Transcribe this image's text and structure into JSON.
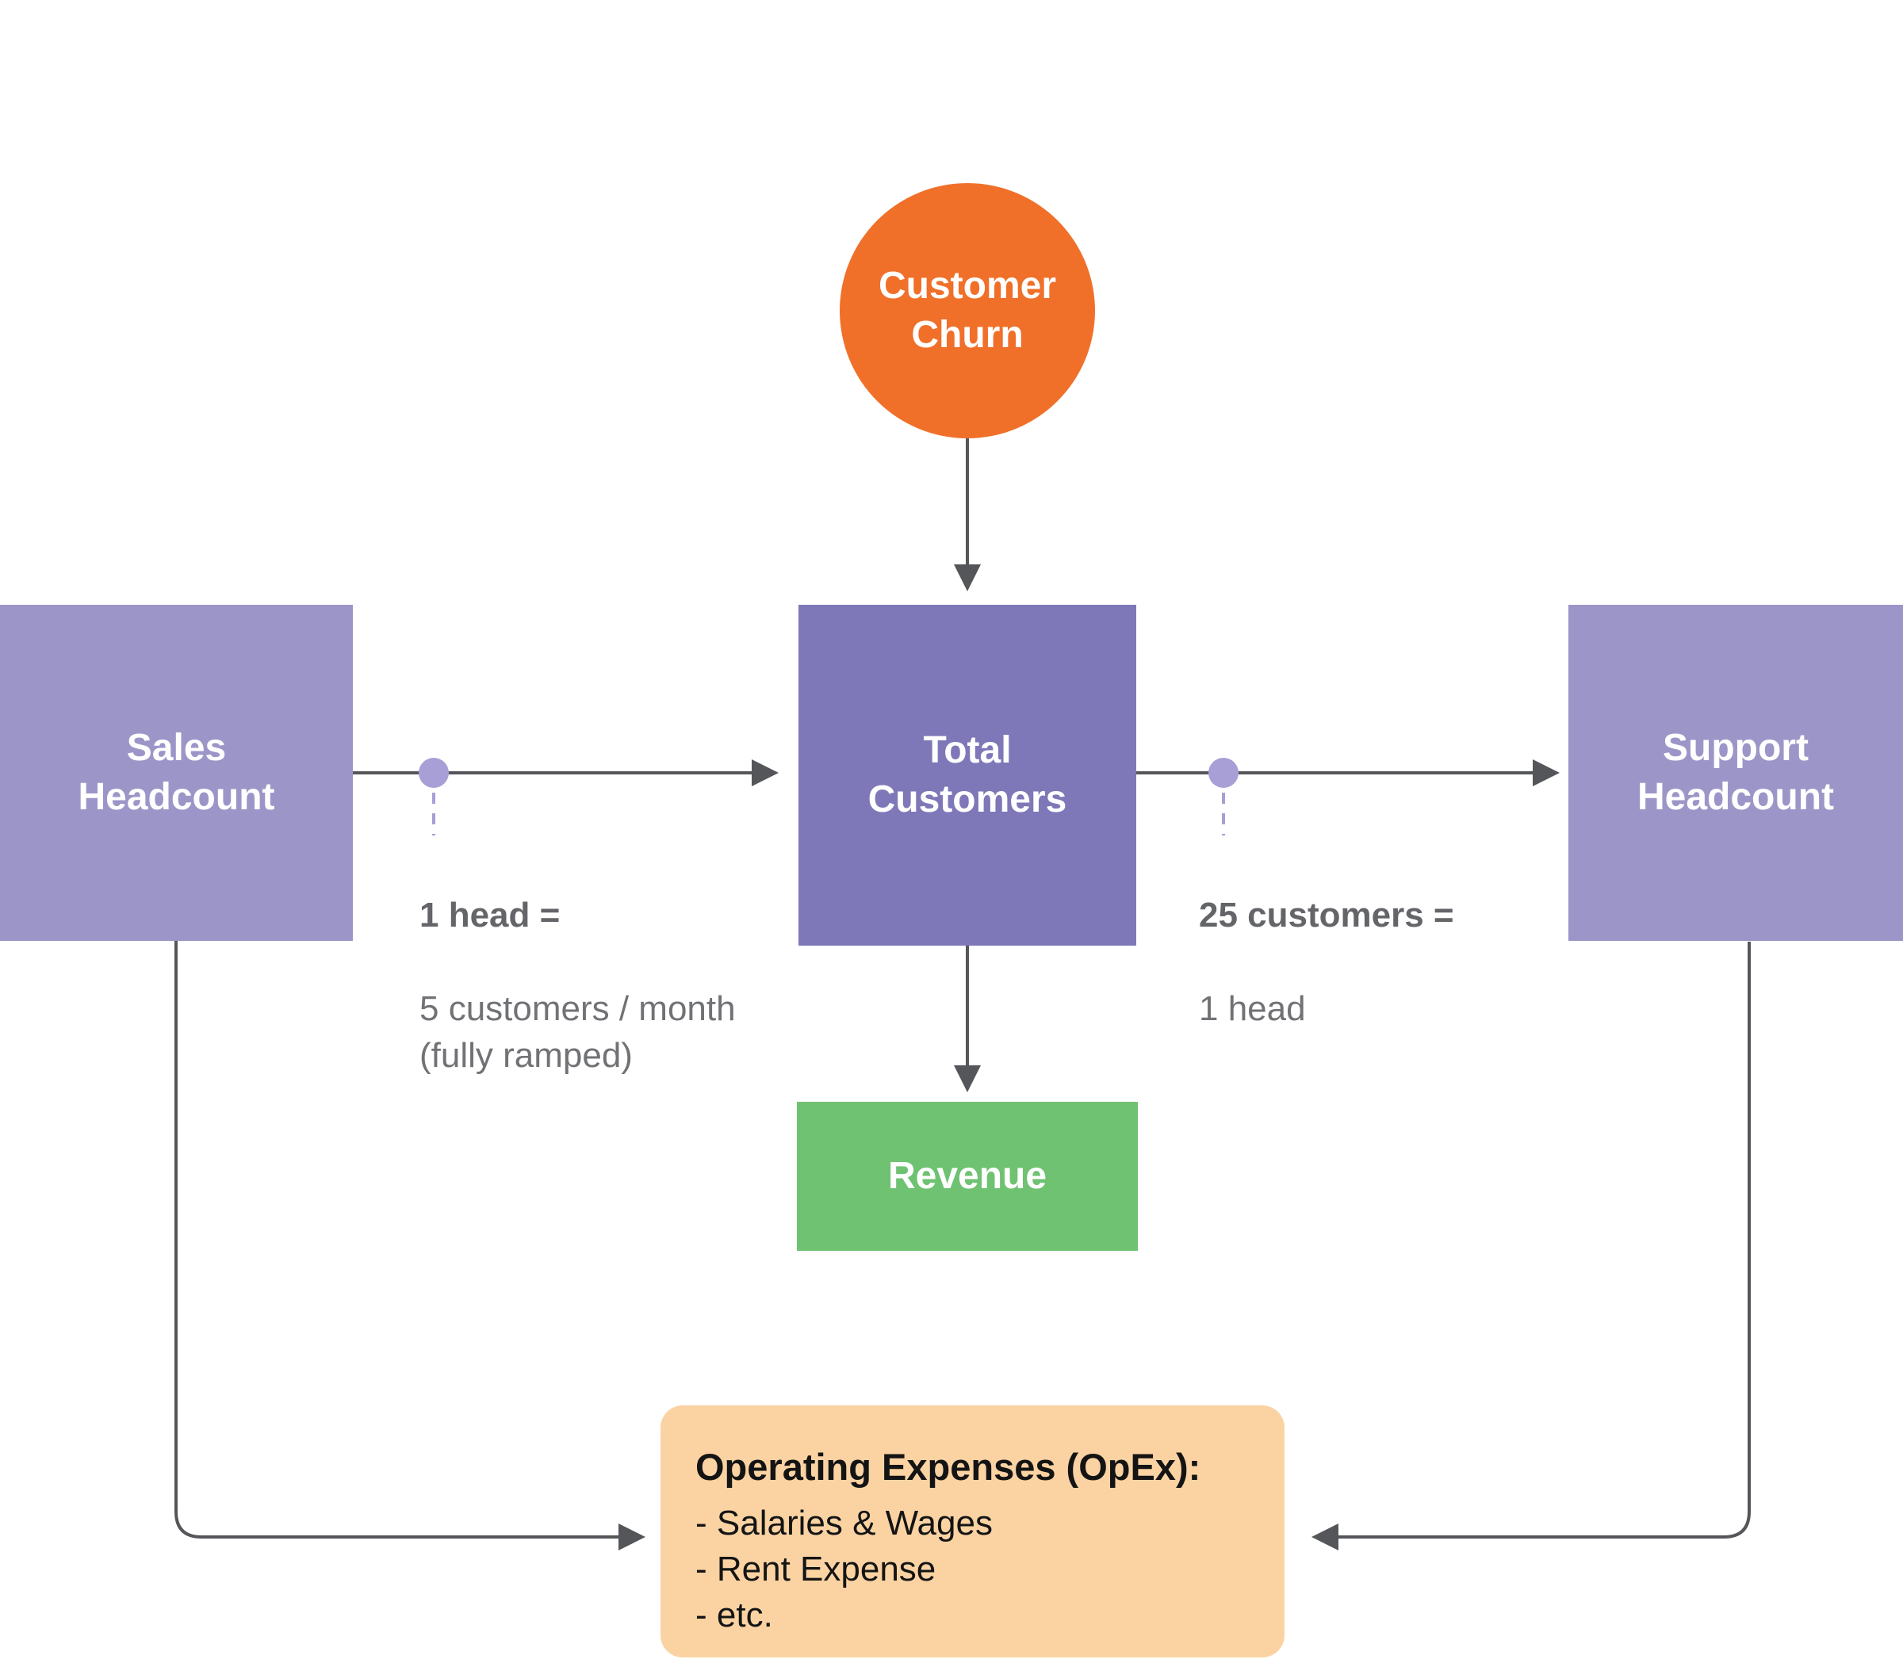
{
  "palette": {
    "background": "#ffffff",
    "node_purple_light": "#9C96C8",
    "node_purple_dark": "#7E78B8",
    "node_orange": "#F0702A",
    "node_green": "#6FC271",
    "node_peach": "#FBD3A3",
    "arrow_gray": "#55565A",
    "connector_purple": "#A79FD6",
    "label_gray_bold": "#646569",
    "label_gray": "#717276",
    "opex_text": "#141414"
  },
  "nodes": {
    "customer_churn": {
      "label": "Customer\nChurn"
    },
    "sales_headcount": {
      "label": "Sales\nHeadcount"
    },
    "total_customers": {
      "label": "Total\nCustomers"
    },
    "support_headcount": {
      "label": "Support\nHeadcount"
    },
    "revenue": {
      "label": "Revenue"
    },
    "opex": {
      "title": "Operating Expenses (OpEx):",
      "items": [
        "- Salaries & Wages",
        "- Rent Expense",
        "- etc."
      ]
    }
  },
  "edge_labels": {
    "sales_productivity": {
      "bold": "1 head =",
      "detail": "5 customers / month\n(fully ramped)"
    },
    "support_ratio": {
      "bold": "25 customers =",
      "detail": "1 head"
    }
  }
}
